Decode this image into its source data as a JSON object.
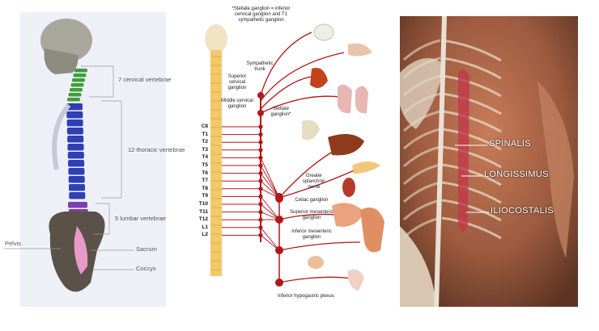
{
  "spine_panel": {
    "labels": {
      "cervical": "7 cervical vertebrae",
      "thoracic": "12 thoracic vertebrae",
      "lumbar": "5 lumbar vertebrae",
      "pelvis": "Pelvis",
      "sacrum": "Sacrum",
      "coccyx": "Coccyx"
    },
    "colors": {
      "cervical": "#3f9e3a",
      "thoracic": "#2f3fb5",
      "lumbar": "#7a3fb0",
      "sacrum": "#e79ac8"
    }
  },
  "nerve_panel": {
    "labels": {
      "stellate_note": "*Stellate ganglion = inferior cervical ganglion and T1 sympathetic ganglion",
      "sympathetic_trunk": "Sympathetic trunk",
      "superior_cervical": "Superior cervical ganglion",
      "middle_cervical": "Middle cervical ganglion",
      "stellate": "Stellate ganglion*",
      "greater_splanchnic": "Greater splanchnic nerve",
      "celiac": "Celiac ganglion",
      "superior_mesenteric": "Superior mesenteric ganglion",
      "inferior_mesenteric": "Inferior mesenteric ganglion",
      "inferior_hypogastric": "Inferior hypogastric plexus"
    },
    "segments": [
      "C8",
      "T1",
      "T2",
      "T3",
      "T4",
      "T5",
      "T6",
      "T7",
      "T8",
      "T9",
      "T10",
      "T11",
      "T12",
      "L1",
      "L2"
    ],
    "colors": {
      "nerve": "#b3161b",
      "cord": "#f3c96a"
    }
  },
  "muscle_panel": {
    "labels": {
      "spinalis": "SPINALIS",
      "longissimus": "LONGISSIMUS",
      "iliocostalis": "ILIOCOSTALIS"
    }
  }
}
